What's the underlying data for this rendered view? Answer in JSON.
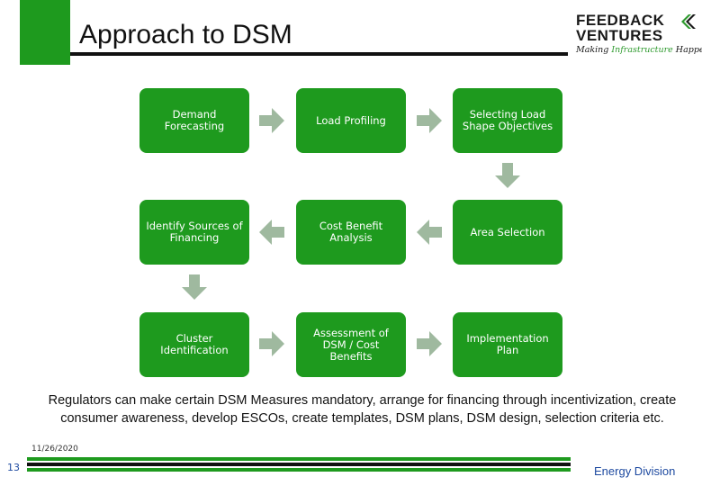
{
  "slide": {
    "title": "Approach to DSM",
    "date": "11/26/2020",
    "page_number": "13",
    "footer_label": "Energy Division",
    "caption": "Regulators can make certain DSM Measures mandatory, arrange for financing through incentivization, create consumer awareness, develop ESCOs, create templates, DSM plans, DSM design, selection criteria etc."
  },
  "logo": {
    "line1": "FEEDBACK",
    "line2": "VENTURES",
    "tagline_start": "Making ",
    "tagline_green": "Infrastructure",
    "tagline_end": " Happen"
  },
  "flow": {
    "steps": [
      "Demand Forecasting",
      "Load Profiling",
      "Selecting Load Shape Objectives",
      "Identify Sources of Financing",
      "Cost Benefit Analysis",
      "Area Selection",
      "Cluster Identification",
      "Assessment of DSM / Cost Benefits",
      "Implementation Plan"
    ]
  },
  "colors": {
    "box_fill": "#1e9a1e",
    "arrow_fill": "#9fb99f",
    "title_bar": "#1e9a1e",
    "footer_text": "#1e4aa0"
  },
  "icons": {
    "arrows": [
      "arrow-right-icon",
      "arrow-down-icon",
      "arrow-left-icon"
    ]
  }
}
